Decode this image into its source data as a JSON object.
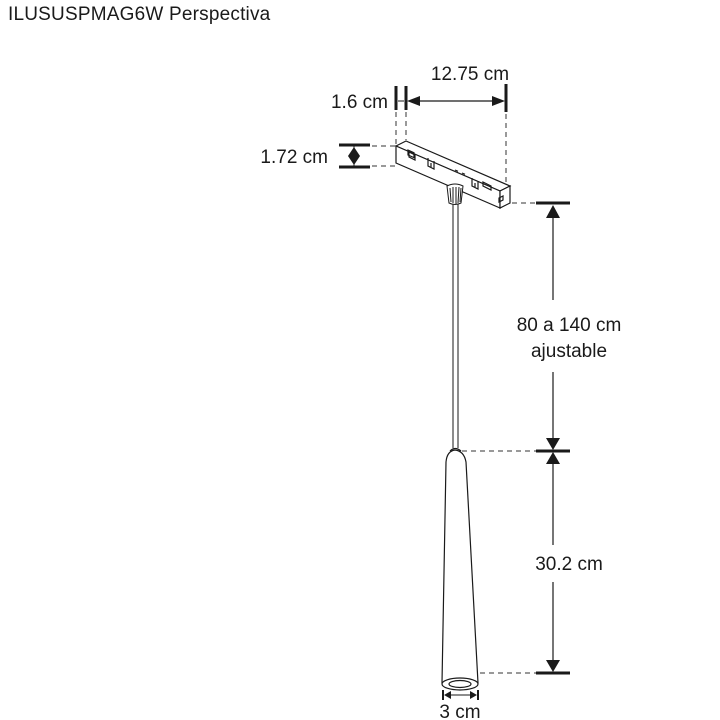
{
  "title": "ILUSUSPMAG6W Perspectiva",
  "dimensions": {
    "connector_width": "1.6 cm",
    "connector_length": "12.75 cm",
    "connector_height": "1.72 cm",
    "cable_length_line1": "80 a 140 cm",
    "cable_length_line2": "ajustable",
    "tube_length": "30.2 cm",
    "tube_diameter": "3 cm"
  },
  "colors": {
    "line": "#1a1a1a",
    "background": "#ffffff"
  }
}
